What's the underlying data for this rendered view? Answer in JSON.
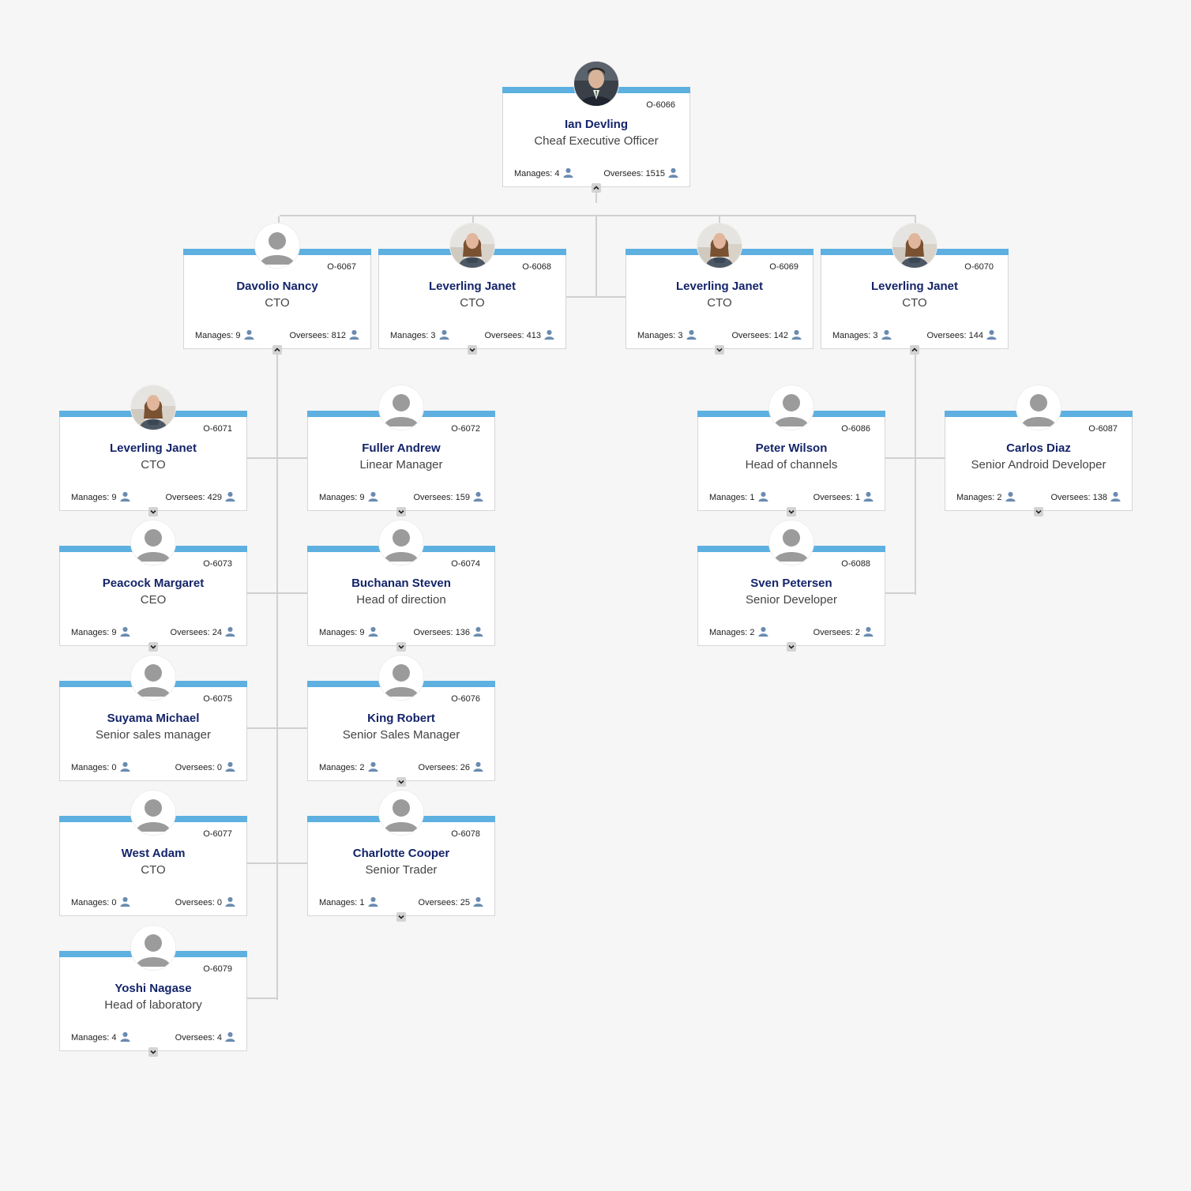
{
  "labels": {
    "manages": "Manages:",
    "oversees": "Oversees:"
  },
  "nodes": [
    {
      "id": "O-6066",
      "name": "Ian Devling",
      "title": "Cheaf Executive Officer",
      "manages": 4,
      "oversees": 1515,
      "photo": "man-photo",
      "toggle": "collapse"
    },
    {
      "id": "O-6067",
      "name": "Davolio Nancy",
      "title": "CTO",
      "manages": 9,
      "oversees": 812,
      "photo": "placeholder",
      "toggle": "collapse"
    },
    {
      "id": "O-6068",
      "name": "Leverling Janet",
      "title": "CTO",
      "manages": 3,
      "oversees": 413,
      "photo": "woman-photo",
      "toggle": "expand"
    },
    {
      "id": "O-6069",
      "name": "Leverling Janet",
      "title": "CTO",
      "manages": 3,
      "oversees": 142,
      "photo": "woman-photo",
      "toggle": "expand"
    },
    {
      "id": "O-6070",
      "name": "Leverling Janet",
      "title": "CTO",
      "manages": 3,
      "oversees": 144,
      "photo": "woman-photo",
      "toggle": "collapse"
    },
    {
      "id": "O-6071",
      "name": "Leverling Janet",
      "title": "CTO",
      "manages": 9,
      "oversees": 429,
      "photo": "woman-photo",
      "toggle": "expand"
    },
    {
      "id": "O-6072",
      "name": "Fuller Andrew",
      "title": "Linear Manager",
      "manages": 9,
      "oversees": 159,
      "photo": "placeholder",
      "toggle": "expand"
    },
    {
      "id": "O-6073",
      "name": "Peacock Margaret",
      "title": "CEO",
      "manages": 9,
      "oversees": 24,
      "photo": "placeholder",
      "toggle": "expand"
    },
    {
      "id": "O-6074",
      "name": "Buchanan Steven",
      "title": "Head of direction",
      "manages": 9,
      "oversees": 136,
      "photo": "placeholder",
      "toggle": "expand"
    },
    {
      "id": "O-6075",
      "name": "Suyama Michael",
      "title": "Senior sales manager",
      "manages": 0,
      "oversees": 0,
      "photo": "placeholder",
      "toggle": "none"
    },
    {
      "id": "O-6076",
      "name": "King Robert",
      "title": "Senior Sales Manager",
      "manages": 2,
      "oversees": 26,
      "photo": "placeholder",
      "toggle": "expand"
    },
    {
      "id": "O-6077",
      "name": "West Adam",
      "title": "CTO",
      "manages": 0,
      "oversees": 0,
      "photo": "placeholder",
      "toggle": "none"
    },
    {
      "id": "O-6078",
      "name": "Charlotte Cooper",
      "title": "Senior Trader",
      "manages": 1,
      "oversees": 25,
      "photo": "placeholder",
      "toggle": "expand"
    },
    {
      "id": "O-6079",
      "name": "Yoshi Nagase",
      "title": "Head of laboratory",
      "manages": 4,
      "oversees": 4,
      "photo": "placeholder",
      "toggle": "expand"
    },
    {
      "id": "O-6086",
      "name": "Peter Wilson",
      "title": "Head of channels",
      "manages": 1,
      "oversees": 1,
      "photo": "placeholder",
      "toggle": "expand"
    },
    {
      "id": "O-6087",
      "name": "Carlos Diaz",
      "title": "Senior Android Developer",
      "manages": 2,
      "oversees": 138,
      "photo": "placeholder",
      "toggle": "expand"
    },
    {
      "id": "O-6088",
      "name": "Sven Petersen",
      "title": "Senior Developer",
      "manages": 2,
      "oversees": 2,
      "photo": "placeholder",
      "toggle": "expand"
    }
  ],
  "colors": {
    "header_bar": "#5eb0e0",
    "name_text": "#14246a",
    "connector": "#d0d0d0",
    "background": "#f6f6f6"
  }
}
